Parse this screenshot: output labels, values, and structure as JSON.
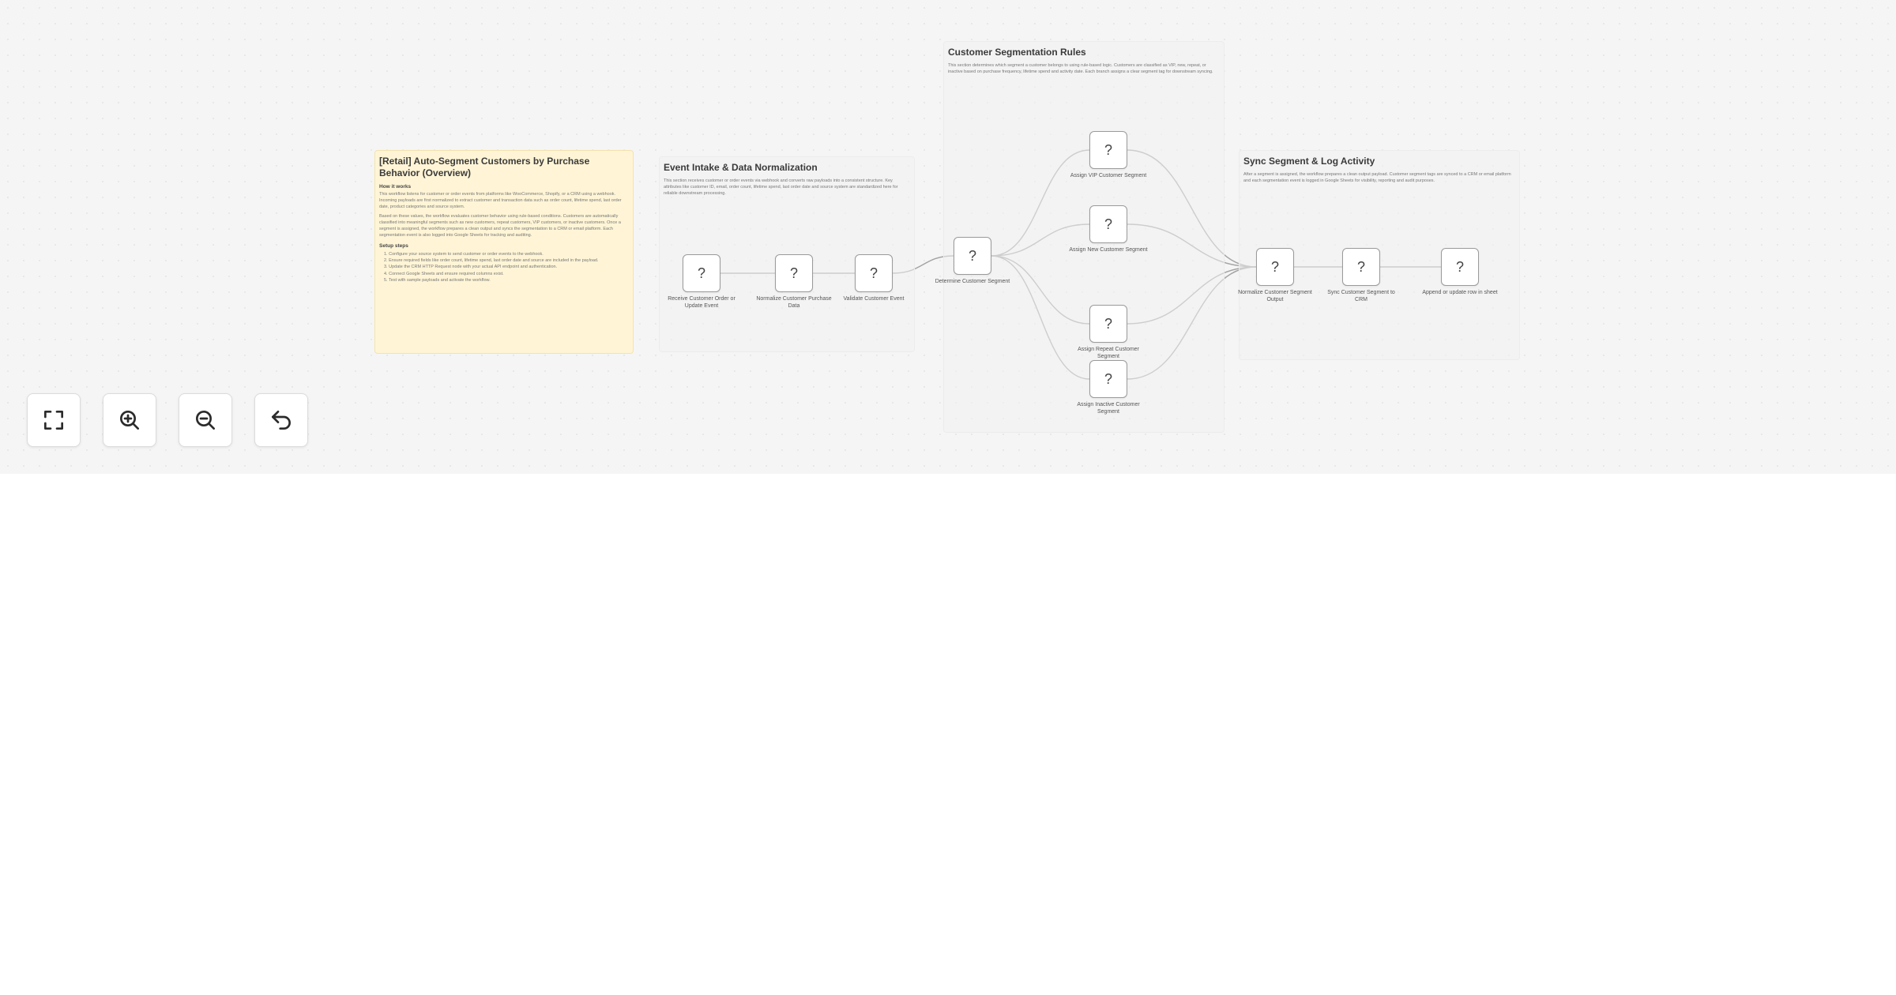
{
  "notes": {
    "overview": {
      "title": "[Retail] Auto-Segment Customers by Purchase Behavior (Overview)",
      "how_heading": "How it works",
      "how_p1": "This workflow listens for customer or order events from platforms like WooCommerce, Shopify, or a CRM using a webhook. Incoming payloads are first normalized to extract customer and transaction data such as order count, lifetime spend, last order date, product categories and source system.",
      "how_p2": "Based on these values, the workflow evaluates customer behavior using rule-based conditions. Customers are automatically classified into meaningful segments such as new customers, repeat customers, VIP customers, or inactive customers. Once a segment is assigned, the workflow prepares a clean output and syncs the segmentation to a CRM or email platform. Each segmentation event is also logged into Google Sheets for tracking and auditing.",
      "setup_heading": "Setup steps",
      "steps": [
        "1. Configure your source system to send customer or order events to the webhook.",
        "2. Ensure required fields like order count, lifetime spend, last order date and source are included in the payload.",
        "3. Update the CRM HTTP Request node with your actual API endpoint and authentication.",
        "4. Connect Google Sheets and ensure required columns exist.",
        "5. Test with sample payloads and activate the workflow."
      ]
    },
    "intake": {
      "title": "Event Intake & Data Normalization",
      "body": "This section receives customer or order events via webhook and converts raw payloads into a consistent structure. Key attributes like customer ID, email, order count, lifetime spend, last order date and source system are standardized here for reliable downstream processing."
    },
    "rules": {
      "title": "Customer Segmentation Rules",
      "body": "This section determines which segment a customer belongs to using rule-based logic. Customers are classified as VIP, new, repeat, or inactive based on purchase frequency, lifetime spend and activity date. Each branch assigns a clear segment tag for downstream syncing."
    },
    "sync": {
      "title": "Sync Segment & Log Activity",
      "body": "After a segment is assigned, the workflow prepares a clean output payload. Customer segment tags are synced to a CRM or email platform and each segmentation event is logged in Google Sheets for visibility, reporting and audit purposes."
    }
  },
  "nodes": {
    "receive": {
      "icon": "question-mark-icon",
      "glyph": "?",
      "label": "Receive Customer Order or Update Event"
    },
    "normalize_purchase": {
      "icon": "question-mark-icon",
      "glyph": "?",
      "label": "Normalize Customer Purchase Data"
    },
    "validate": {
      "icon": "question-mark-icon",
      "glyph": "?",
      "label": "Validate Customer Event"
    },
    "determine": {
      "icon": "question-mark-icon",
      "glyph": "?",
      "label": "Determine Customer Segment"
    },
    "vip": {
      "icon": "question-mark-icon",
      "glyph": "?",
      "label": "Assign VIP Customer Segment"
    },
    "new": {
      "icon": "question-mark-icon",
      "glyph": "?",
      "label": "Assign New Customer Segment"
    },
    "repeat": {
      "icon": "question-mark-icon",
      "glyph": "?",
      "label": "Assign Repeat Customer Segment"
    },
    "inactive": {
      "icon": "question-mark-icon",
      "glyph": "?",
      "label": "Assign Inactive Customer Segment"
    },
    "normalize_output": {
      "icon": "question-mark-icon",
      "glyph": "?",
      "label": "Normalize Customer Segment Output"
    },
    "sync_crm": {
      "icon": "question-mark-icon",
      "glyph": "?",
      "label": "Sync Customer Segment to CRM"
    },
    "append_row": {
      "icon": "question-mark-icon",
      "glyph": "?",
      "label": "Append or update row in sheet"
    }
  },
  "connections": [
    [
      "receive",
      "normalize_purchase"
    ],
    [
      "normalize_purchase",
      "validate"
    ],
    [
      "validate",
      "determine"
    ],
    [
      "determine",
      "vip"
    ],
    [
      "determine",
      "new"
    ],
    [
      "determine",
      "repeat"
    ],
    [
      "determine",
      "inactive"
    ],
    [
      "vip",
      "normalize_output"
    ],
    [
      "new",
      "normalize_output"
    ],
    [
      "repeat",
      "normalize_output"
    ],
    [
      "inactive",
      "normalize_output"
    ],
    [
      "normalize_output",
      "sync_crm"
    ],
    [
      "sync_crm",
      "append_row"
    ]
  ],
  "controls": {
    "fit": {
      "icon": "fit-to-view-icon"
    },
    "zoom_in": {
      "icon": "zoom-in-icon"
    },
    "zoom_out": {
      "icon": "zoom-out-icon"
    },
    "undo": {
      "icon": "undo-icon"
    }
  }
}
